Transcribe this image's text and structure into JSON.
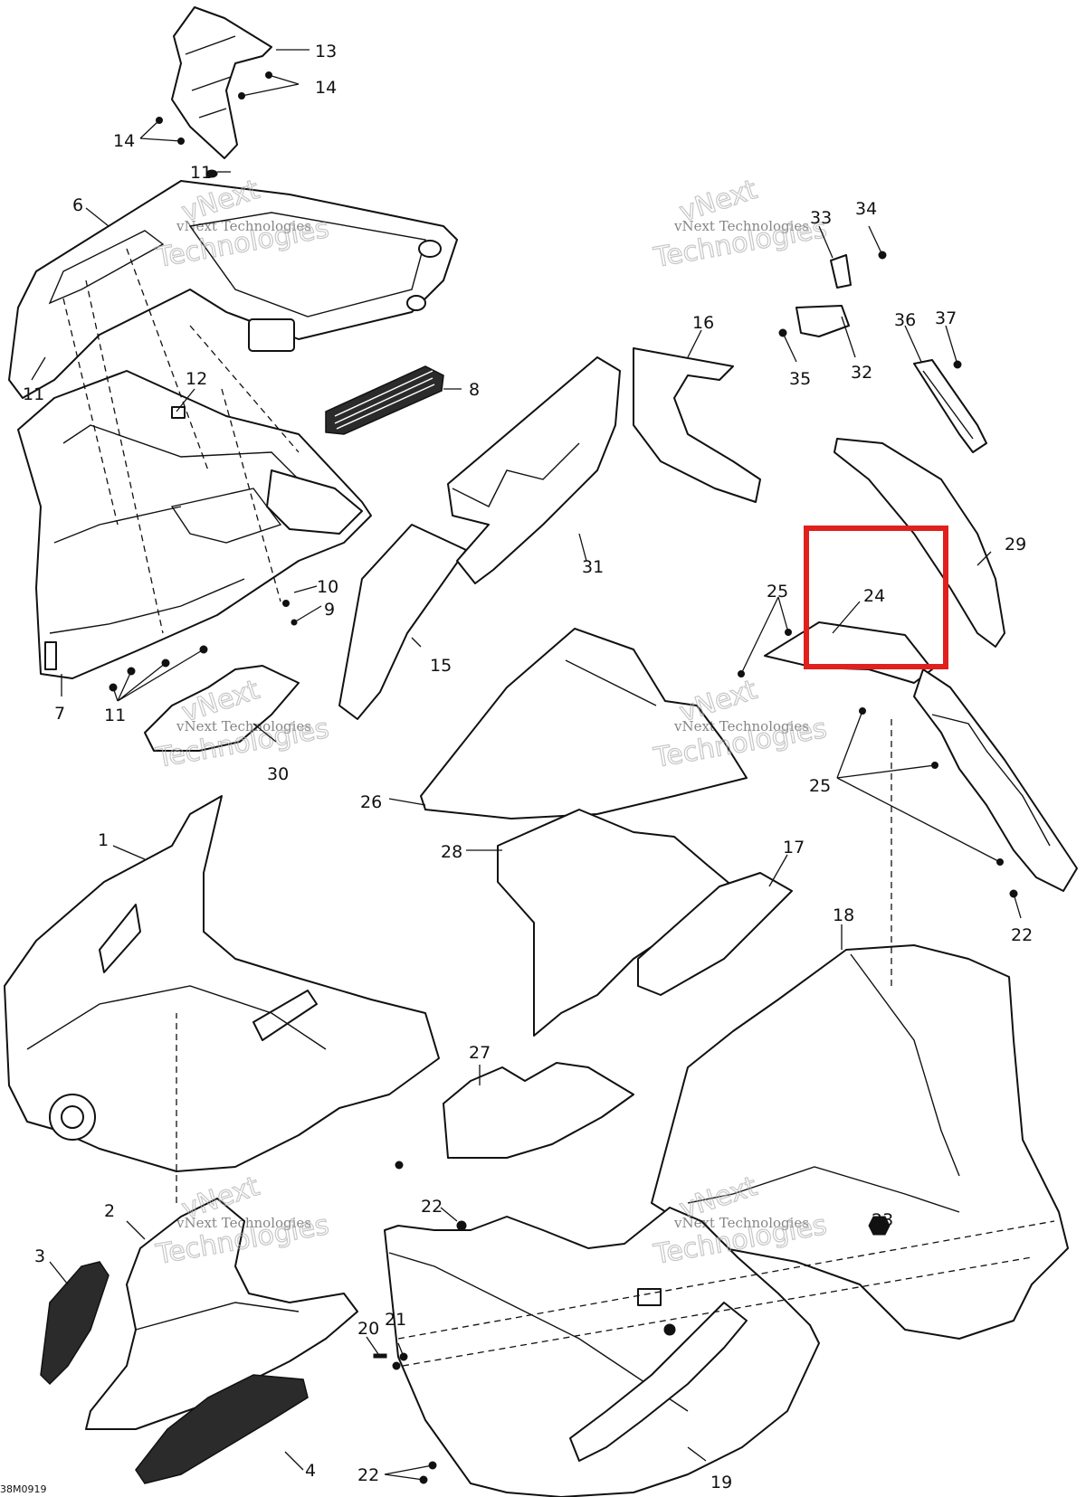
{
  "reference_code": "38M0919",
  "highlight_color": "#e0201c",
  "highlighted_part": "24",
  "watermarks": [
    {
      "line1": "vNext Technologies",
      "line2": "vNext",
      "line3": "Technologies"
    },
    {
      "line1": "vNext Technologies",
      "line2": "vNext",
      "line3": "Technologies"
    },
    {
      "line1": "vNext Technologies",
      "line2": "vNext",
      "line3": "Technologies"
    },
    {
      "line1": "vNext Technologies",
      "line2": "vNext",
      "line3": "Technologies"
    },
    {
      "line1": "vNext Technologies",
      "line2": "vNext",
      "line3": "Technologies"
    },
    {
      "line1": "vNext Technologies",
      "line2": "vNext",
      "line3": "Technologies"
    }
  ],
  "callouts": [
    "1",
    "2",
    "3",
    "4",
    "6",
    "7",
    "8",
    "9",
    "10",
    "11",
    "11",
    "11",
    "11",
    "12",
    "13",
    "14",
    "14",
    "15",
    "16",
    "17",
    "18",
    "19",
    "20",
    "21",
    "22",
    "22",
    "22",
    "23",
    "24",
    "25",
    "25",
    "26",
    "27",
    "28",
    "29",
    "30",
    "31",
    "32",
    "33",
    "34",
    "35",
    "36",
    "37"
  ]
}
